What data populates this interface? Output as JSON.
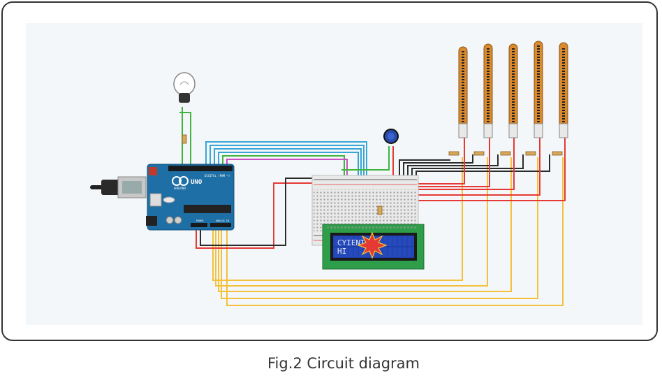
{
  "figure": {
    "caption": "Fig.2 Circuit diagram"
  },
  "board": {
    "brand": "ARDUINO",
    "model": "UNO",
    "header_label_digital": "DIGITAL (PWM ~)",
    "header_label_power": "POWER",
    "header_label_analog": "ANALOG IN"
  },
  "lcd": {
    "line1": "CYIENT",
    "line2": "HI"
  },
  "colors": {
    "red": "#e53935",
    "black": "#2b2b2b",
    "yellow": "#f3c13a",
    "green": "#3fb43f",
    "blue": "#39a7d6",
    "magenta": "#c84fc0",
    "arduino": "#1d6fa5",
    "lcd_board": "#2f9e4a",
    "lcd_screen": "#1f3fa8",
    "flex": "#d98a2e"
  }
}
